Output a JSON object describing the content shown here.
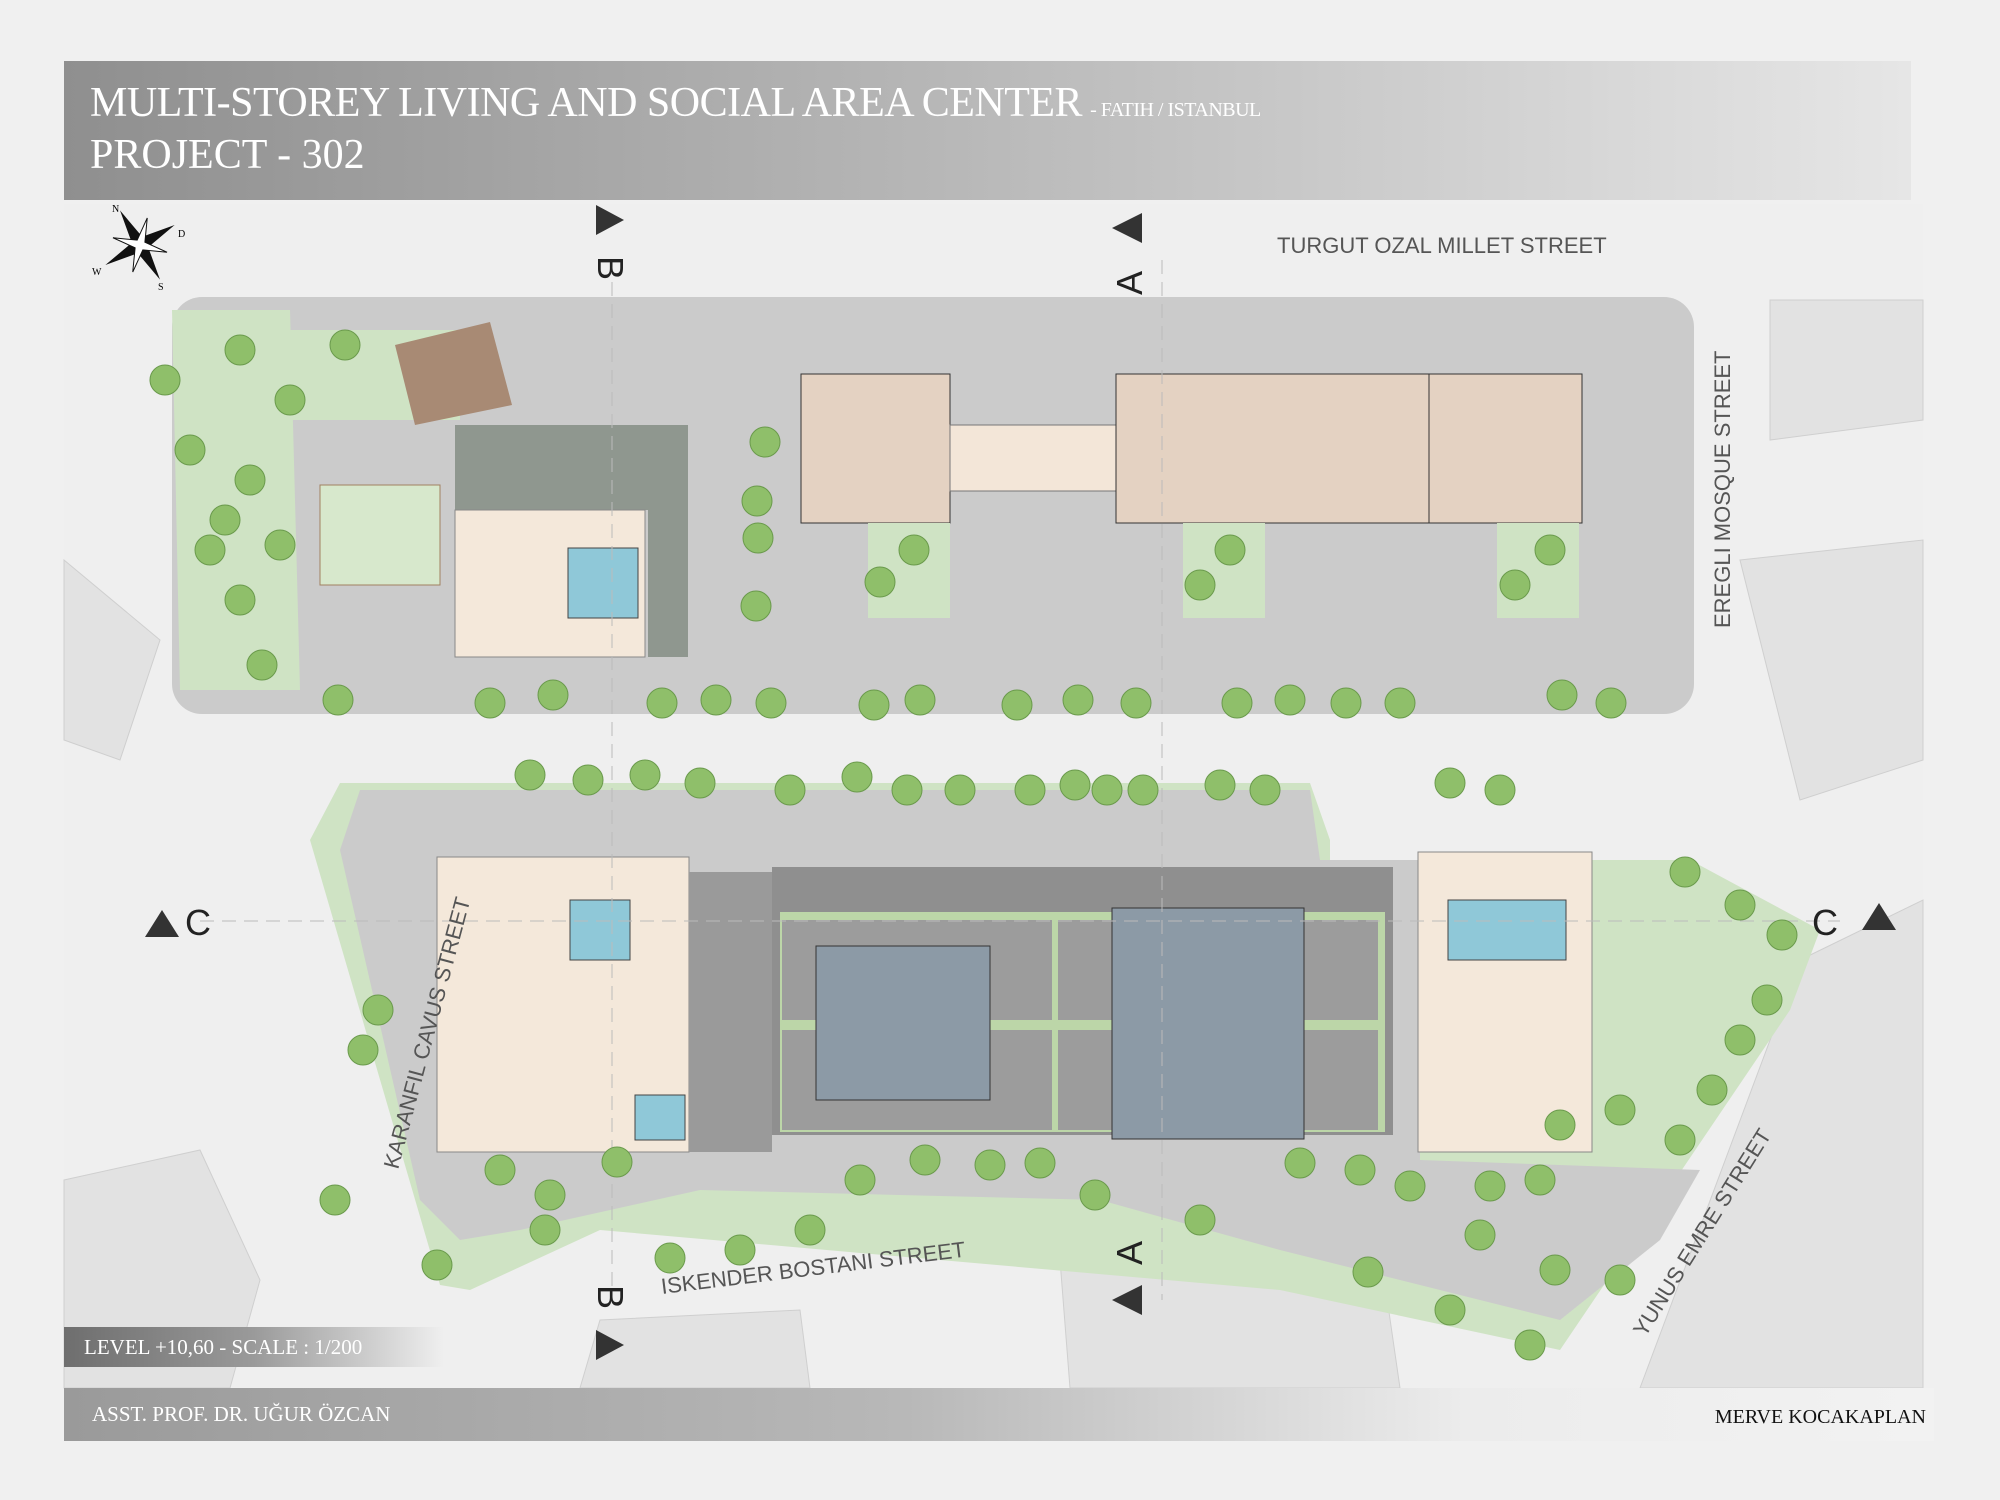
{
  "header": {
    "title": "MULTI-STOREY LIVING AND SOCIAL AREA CENTER",
    "location": "- FATIH / ISTANBUL",
    "project": "PROJECT - 302"
  },
  "level_label": "LEVEL +10,60 - SCALE : 1/200",
  "footer": {
    "advisor": "ASST. PROF. DR. UĞUR ÖZCAN",
    "author": "MERVE KOCAKAPLAN"
  },
  "streets": {
    "north": "TURGUT OZAL MILLET STREET",
    "east": "EREGLI MOSQUE STREET",
    "west": "KARANFIL CAVUS STREET",
    "south": "ISKENDER BOSTANI STREET",
    "southeast": "YUNUS EMRE STREET"
  },
  "sections": {
    "a": "A",
    "b": "B",
    "c": "C"
  },
  "compass": {
    "n": "N",
    "s": "S",
    "w": "W",
    "e": "D",
    "icon": "compass-rose-icon"
  },
  "colors": {
    "paving": "#c8c8c8",
    "green": "#cfe3c4",
    "tree": "#8fbf6a",
    "roof": "#f3e6d8",
    "plan": "#e4d2c2",
    "blueprint": "#8c9aa6"
  }
}
